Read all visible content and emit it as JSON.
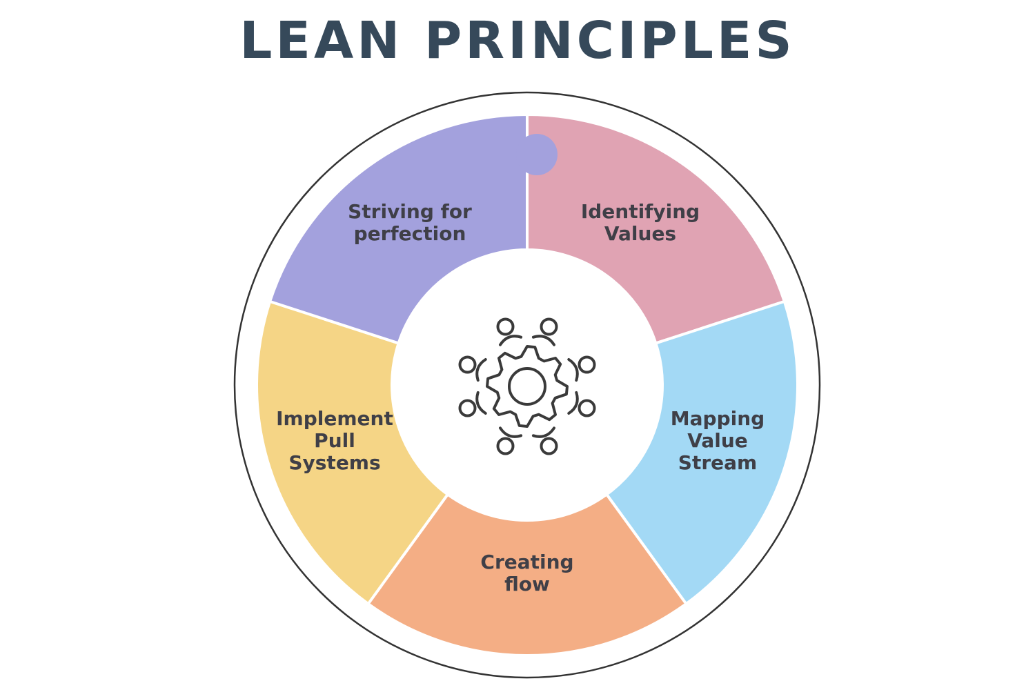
{
  "title": "LEAN PRINCIPLES",
  "colors": {
    "title": "#36495a",
    "outer_ring": "#333333",
    "identifying_values": "#e0a3b3",
    "mapping_value_stream": "#a3d9f5",
    "creating_flow": "#f4ae85",
    "implement_pull_systems": "#f5d586",
    "striving_for_perfection": "#a3a1dd",
    "label_text": "#3f3f47",
    "center_icon": "#3a3a3a"
  },
  "center_icon": "gear-with-people-icon",
  "segments": [
    {
      "id": "identifying-values",
      "label_lines": [
        "Identifying",
        "Values"
      ]
    },
    {
      "id": "mapping-value-stream",
      "label_lines": [
        "Mapping",
        "Value",
        "Stream"
      ]
    },
    {
      "id": "creating-flow",
      "label_lines": [
        "Creating",
        "flow"
      ]
    },
    {
      "id": "implement-pull-systems",
      "label_lines": [
        "Implement",
        "Pull",
        "Systems"
      ]
    },
    {
      "id": "striving-for-perfection",
      "label_lines": [
        "Striving for",
        "perfection"
      ]
    }
  ]
}
